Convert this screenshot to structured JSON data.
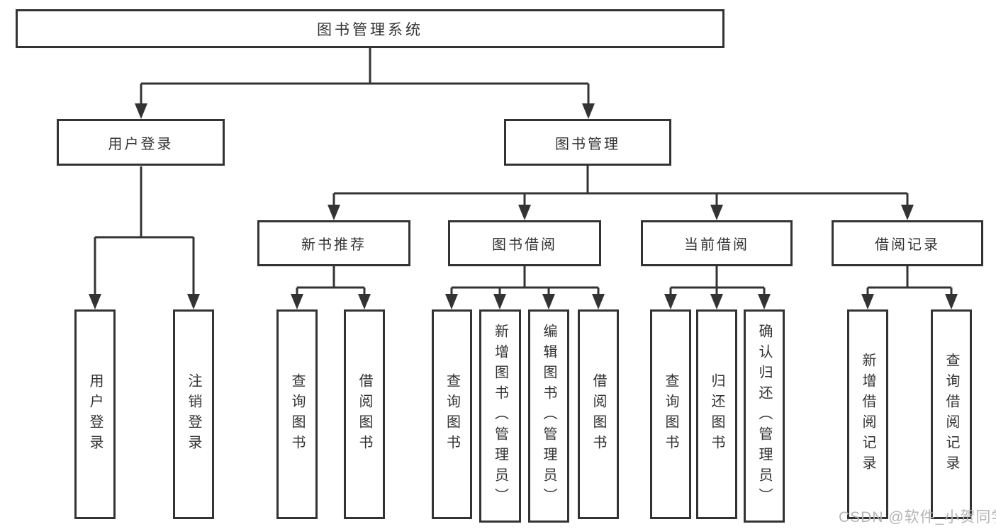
{
  "diagram": {
    "title": "图书管理系统",
    "root": {
      "label": "图书管理系统"
    },
    "level2": {
      "user_login": {
        "label": "用户登录"
      },
      "book_mgmt": {
        "label": "图书管理"
      }
    },
    "level3": {
      "new_book_rec": {
        "label": "新书推荐"
      },
      "book_borrow": {
        "label": "图书借阅"
      },
      "current_borrow": {
        "label": "当前借阅"
      },
      "borrow_records": {
        "label": "借阅记录"
      }
    },
    "leaves": {
      "user_login": {
        "label": "用户登录"
      },
      "logout": {
        "label": "注销登录"
      },
      "query_book_rec": {
        "label": "查询图书"
      },
      "borrow_book_rec": {
        "label": "借阅图书"
      },
      "query_book_borrow": {
        "label": "查询图书"
      },
      "add_book": {
        "label": "新增图书（管理员）"
      },
      "edit_book": {
        "label": "编辑图书（管理员）"
      },
      "borrow_book_borrow": {
        "label": "借阅图书"
      },
      "query_book_current": {
        "label": "查询图书"
      },
      "return_book": {
        "label": "归还图书"
      },
      "confirm_return": {
        "label": "确认归还（管理员）"
      },
      "add_borrow_record": {
        "label": "新增借阅记录"
      },
      "query_borrow_record": {
        "label": "查询借阅记录"
      }
    }
  },
  "watermark": {
    "text": "CSDN @软件_小贺同学",
    "color": "#b5b5b5"
  },
  "colors": {
    "background": "#ffffff",
    "box_border": "#333333",
    "connector_line": "#333333",
    "text": "#333333"
  }
}
